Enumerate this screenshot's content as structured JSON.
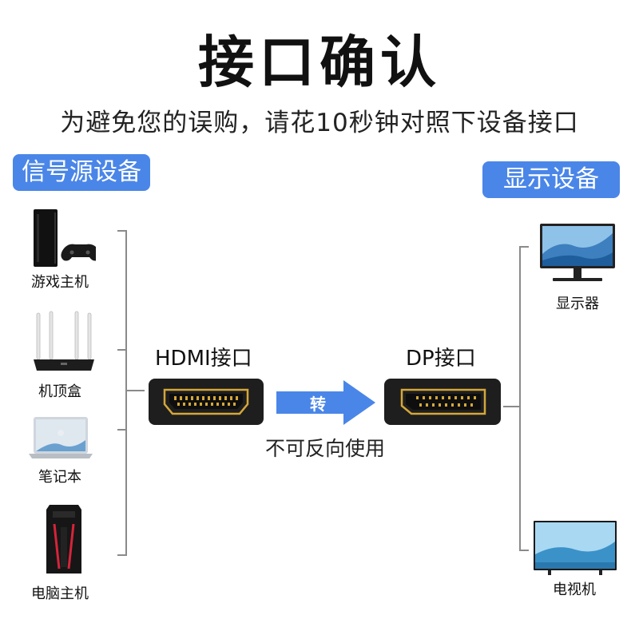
{
  "title": "接口确认",
  "subtitle": "为避免您的误购，请花10秒钟对照下设备接口",
  "source_header": "信号源设备",
  "display_header": "显示设备",
  "source_devices": [
    {
      "label": "游戏主机",
      "icon": "game-console-icon"
    },
    {
      "label": "机顶盒",
      "icon": "router-icon"
    },
    {
      "label": "笔记本",
      "icon": "laptop-icon"
    },
    {
      "label": "电脑主机",
      "icon": "pc-tower-icon"
    }
  ],
  "display_devices": [
    {
      "label": "显示器",
      "icon": "monitor-icon"
    },
    {
      "label": "电视机",
      "icon": "tv-icon"
    }
  ],
  "input_port_label": "HDMI接口",
  "output_port_label": "DP接口",
  "arrow_label": "转",
  "note": "不可反向使用",
  "colors": {
    "accent": "#4a86e8",
    "port_body": "#1e1e1e",
    "port_gold": "#d4a73a"
  }
}
